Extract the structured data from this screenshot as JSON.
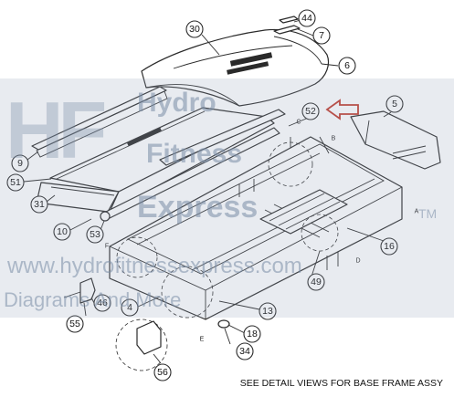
{
  "diagram": {
    "caption": "SEE DETAIL VIEWS FOR BASE FRAME ASSY",
    "watermark": {
      "logo": "HF",
      "line1": "Hydro",
      "line2": "Fitness",
      "line3": "Express",
      "trademark": "TM",
      "url": "www.hydrofitnessexpress.com",
      "tagline": "Diagrams And More"
    },
    "callouts": [
      "44",
      "7",
      "30",
      "6",
      "52",
      "5",
      "9",
      "51",
      "31",
      "10",
      "53",
      "16",
      "49",
      "46",
      "4",
      "13",
      "55",
      "18",
      "34",
      "56"
    ],
    "view_letters": [
      "A",
      "B",
      "C",
      "D",
      "E",
      "F"
    ]
  }
}
